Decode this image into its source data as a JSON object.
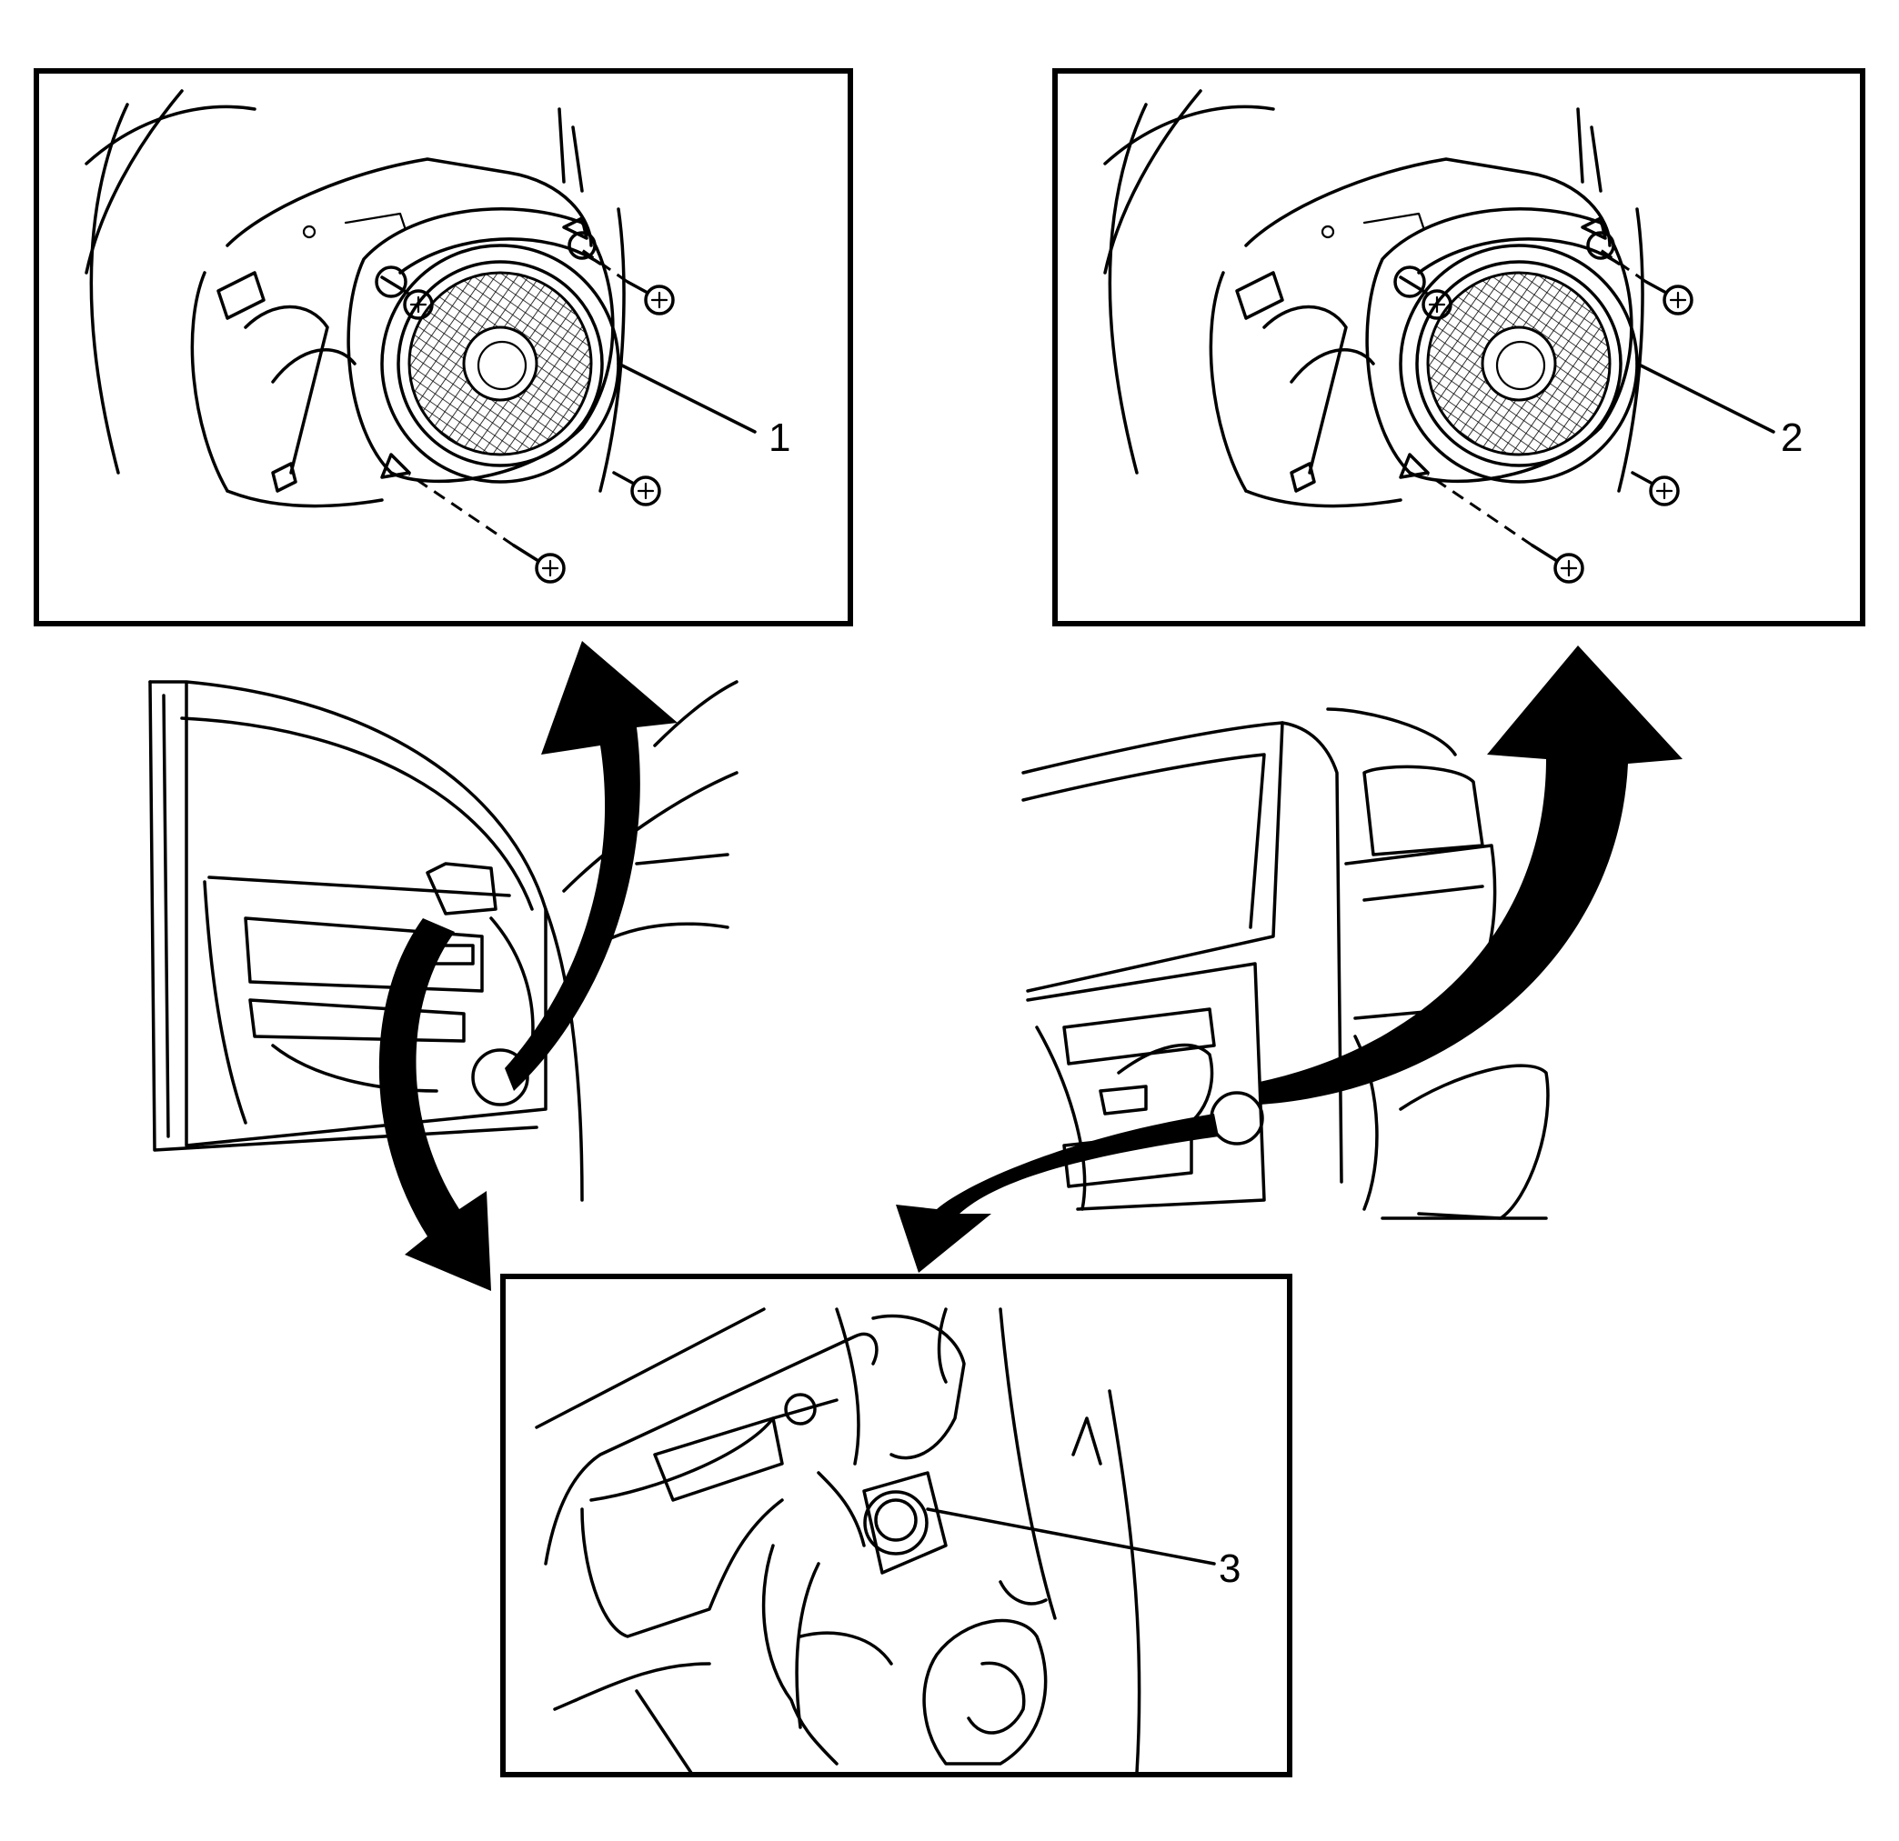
{
  "callouts": {
    "front_speaker": "1",
    "rear_speaker": "2",
    "tweeter": "3"
  },
  "colors": {
    "line": "#000000",
    "background": "#ffffff"
  }
}
